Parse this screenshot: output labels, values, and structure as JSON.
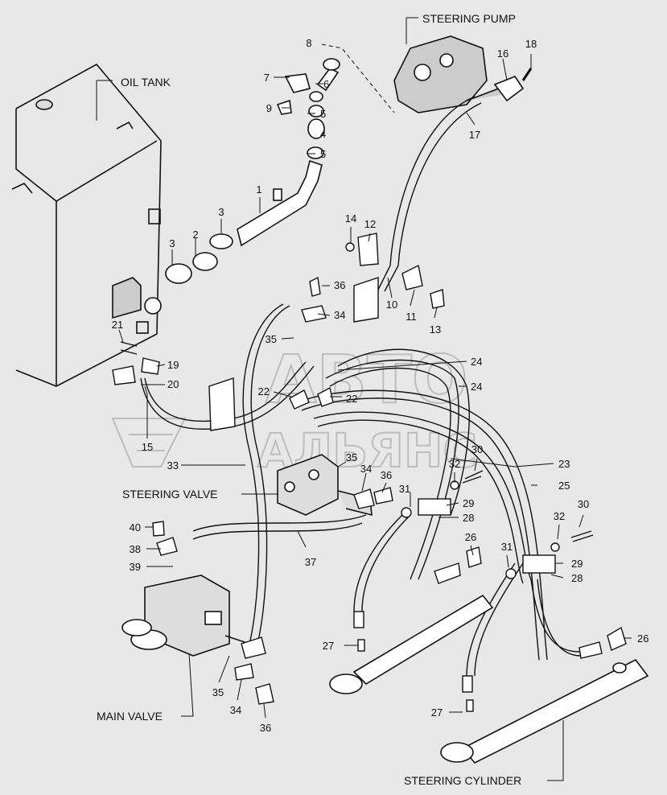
{
  "titles": {
    "oil_tank": "OIL TANK",
    "steering_pump": "STEERING PUMP",
    "steering_valve": "STEERING VALVE",
    "main_valve": "MAIN VALVE",
    "steering_cylinder": "STEERING CYLINDER"
  },
  "watermark": {
    "line1": "АВТО",
    "line2": "АЛЬЯНС"
  },
  "callouts": {
    "n1": "1",
    "n2": "2",
    "n3a": "3",
    "n3b": "3",
    "n4": "4",
    "n5a": "5",
    "n5b": "5",
    "n6": "6",
    "n7": "7",
    "n8": "8",
    "n9": "9",
    "n10": "10",
    "n11": "11",
    "n12": "12",
    "n13": "13",
    "n14": "14",
    "n15": "15",
    "n16": "16",
    "n17": "17",
    "n18": "18",
    "n19": "19",
    "n20": "20",
    "n21": "21",
    "n22a": "22",
    "n22b": "22",
    "n23": "23",
    "n24a": "24",
    "n24b": "24",
    "n25": "25",
    "n26a": "26",
    "n26b": "26",
    "n27a": "27",
    "n27b": "27",
    "n28a": "28",
    "n28b": "28",
    "n29a": "29",
    "n29b": "29",
    "n30a": "30",
    "n30b": "30",
    "n31a": "31",
    "n31b": "31",
    "n32a": "32",
    "n32b": "32",
    "n33": "33",
    "n34a": "34",
    "n34b": "34",
    "n34c": "34",
    "n35a": "35",
    "n35b": "35",
    "n35c": "35",
    "n36a": "36",
    "n36b": "36",
    "n36c": "36",
    "n37": "37",
    "n38": "38",
    "n39": "39",
    "n40": "40"
  },
  "colors": {
    "background": "#e8e8e8",
    "ink": "#111111",
    "watermark": "#9a9a9a"
  }
}
